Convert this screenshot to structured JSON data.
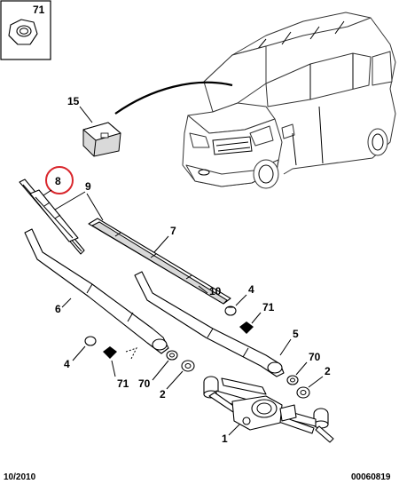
{
  "diagram": {
    "callouts": {
      "p71_box": "71",
      "p15": "15",
      "p8": "8",
      "p9": "9",
      "p7": "7",
      "p10": "10",
      "p6": "6",
      "p4_right": "4",
      "p71_right": "71",
      "p5": "5",
      "p70_right": "70",
      "p2_right": "2",
      "p4_left": "4",
      "p71_left": "71",
      "p70_left": "70",
      "p2_left": "2",
      "p1": "1"
    },
    "footer": {
      "date": "10/2010",
      "ref": "00060819"
    },
    "highlight_color": "#d9262c"
  }
}
